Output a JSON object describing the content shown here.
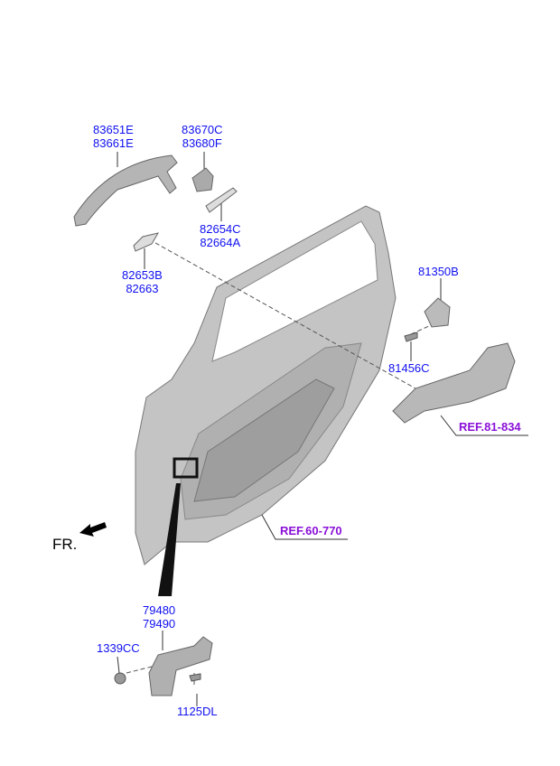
{
  "labels": {
    "outside_handle": [
      "83651E",
      "83661E"
    ],
    "handle_cover": [
      "83670C",
      "83680F"
    ],
    "gasket_rear": [
      "82654C",
      "82664A"
    ],
    "gasket_front": [
      "82653B",
      "82663"
    ],
    "striker": "81350B",
    "screw": "81456C",
    "door_checker": [
      "79480",
      "79490"
    ],
    "nut": "1339CC",
    "bolt": "1125DL"
  },
  "refs": {
    "latch": "REF.81-834",
    "door_panel": "REF.60-770"
  },
  "direction": "FR.",
  "colors": {
    "label": "#1010f0",
    "ref": "#8a10d8",
    "part": "#b8b8b8"
  }
}
